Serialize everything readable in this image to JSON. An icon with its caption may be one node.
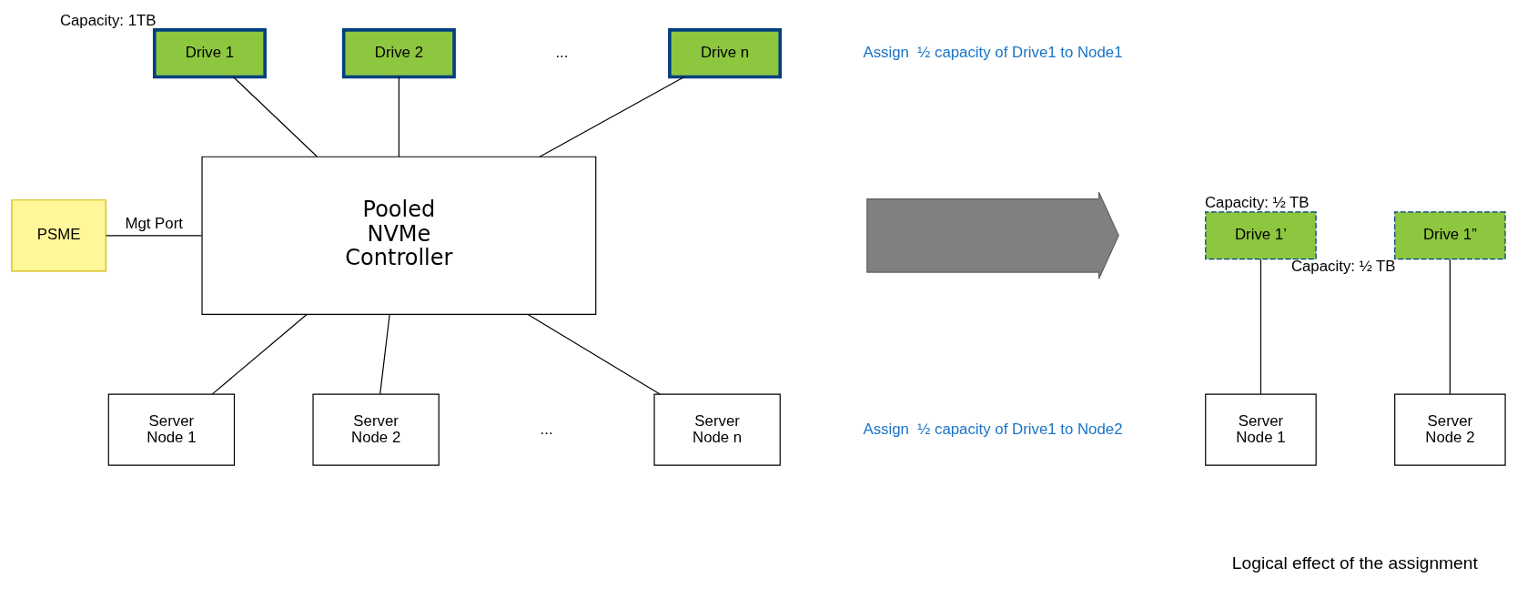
{
  "diagram": {
    "nodes": [
      {
        "text": [
          "Drive 1"
        ],
        "beside": [
          "Capacity: 1TB"
        ]
      },
      {
        "text": [
          "Drive 2"
        ]
      },
      {
        "text": [
          "Drive n"
        ]
      },
      {
        "text": [
          "PSME"
        ]
      },
      {
        "text": [
          "Pooled NVMe Controller"
        ]
      },
      {
        "text": [
          "Server Node 1"
        ]
      },
      {
        "text": [
          "Server Node 2"
        ]
      },
      {
        "text": [
          "Server Node n"
        ]
      },
      {
        "text": [],
        "shape": "arrow"
      },
      {
        "text": [
          "Drive 1’"
        ],
        "beside": [
          "Capacity: ½ TB"
        ]
      },
      {
        "text": [
          "Drive 1”"
        ],
        "beside": [
          "Capacity: ½ TB"
        ]
      },
      {
        "text": [
          "Server Node 1"
        ]
      },
      {
        "text": [
          "Server Node 2"
        ]
      }
    ],
    "edges": [
      {
        "from": 0,
        "to": 4,
        "arrow": "none"
      },
      {
        "from": 1,
        "to": 4,
        "arrow": "none"
      },
      {
        "from": 2,
        "to": 4,
        "arrow": "none"
      },
      {
        "from": 3,
        "to": 4,
        "arrow": "none",
        "label": "Mgt Port"
      },
      {
        "from": 4,
        "to": 5,
        "arrow": "none"
      },
      {
        "from": 4,
        "to": 6,
        "arrow": "none"
      },
      {
        "from": 4,
        "to": 7,
        "arrow": "none"
      },
      {
        "from": 9,
        "to": 11,
        "arrow": "none"
      },
      {
        "from": 10,
        "to": 12,
        "arrow": "none"
      }
    ],
    "labels": [
      "...",
      "Assign  ½ capacity of Drive1 to Node1",
      "Assign  ½ capacity of Drive1 to Node2",
      "...",
      "Logical effect of the assignment"
    ]
  }
}
